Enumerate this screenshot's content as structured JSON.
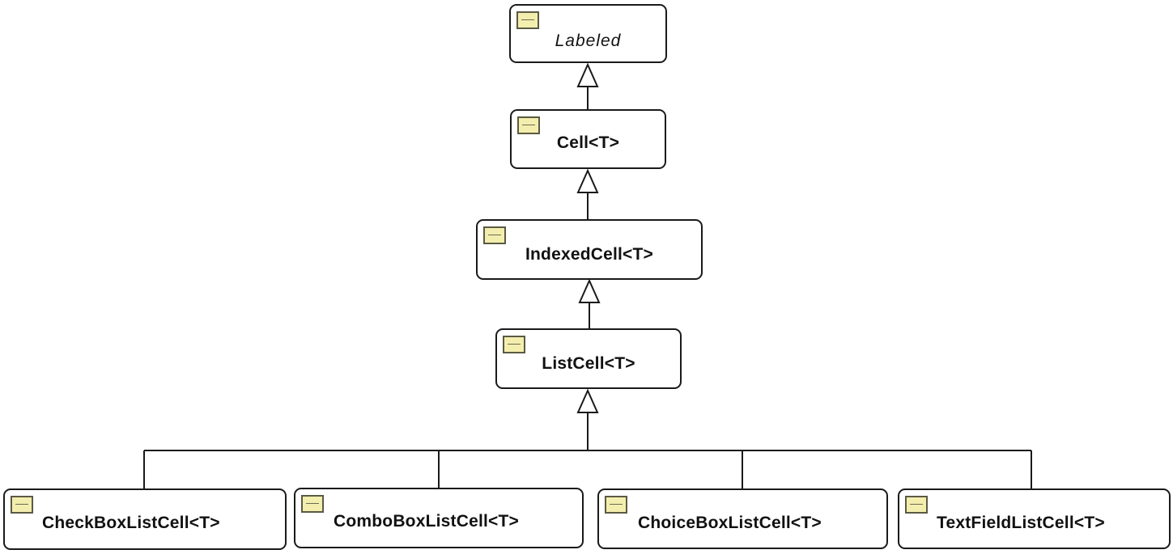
{
  "diagram": {
    "classes": [
      {
        "id": "labeled",
        "name": "Labeled",
        "abstract": true
      },
      {
        "id": "cell",
        "name": "Cell<T>",
        "abstract": false
      },
      {
        "id": "indexedcell",
        "name": "IndexedCell<T>",
        "abstract": false
      },
      {
        "id": "listcell",
        "name": "ListCell<T>",
        "abstract": false
      },
      {
        "id": "checkboxlistcell",
        "name": "CheckBoxListCell<T>",
        "abstract": false
      },
      {
        "id": "comboboxlistcell",
        "name": "ComboBoxListCell<T>",
        "abstract": false
      },
      {
        "id": "choiceboxlistcell",
        "name": "ChoiceBoxListCell<T>",
        "abstract": false
      },
      {
        "id": "textfieldlistcell",
        "name": "TextFieldListCell<T>",
        "abstract": false
      }
    ],
    "inheritance": [
      {
        "child": "cell",
        "parent": "labeled"
      },
      {
        "child": "indexedcell",
        "parent": "cell"
      },
      {
        "child": "listcell",
        "parent": "indexedcell"
      },
      {
        "child": "checkboxlistcell",
        "parent": "listcell"
      },
      {
        "child": "comboboxlistcell",
        "parent": "listcell"
      },
      {
        "child": "choiceboxlistcell",
        "parent": "listcell"
      },
      {
        "child": "textfieldlistcell",
        "parent": "listcell"
      }
    ],
    "class_icon": "class-icon",
    "colors": {
      "icon_fill": "#f4eeae",
      "line": "#1a1a1a"
    }
  }
}
